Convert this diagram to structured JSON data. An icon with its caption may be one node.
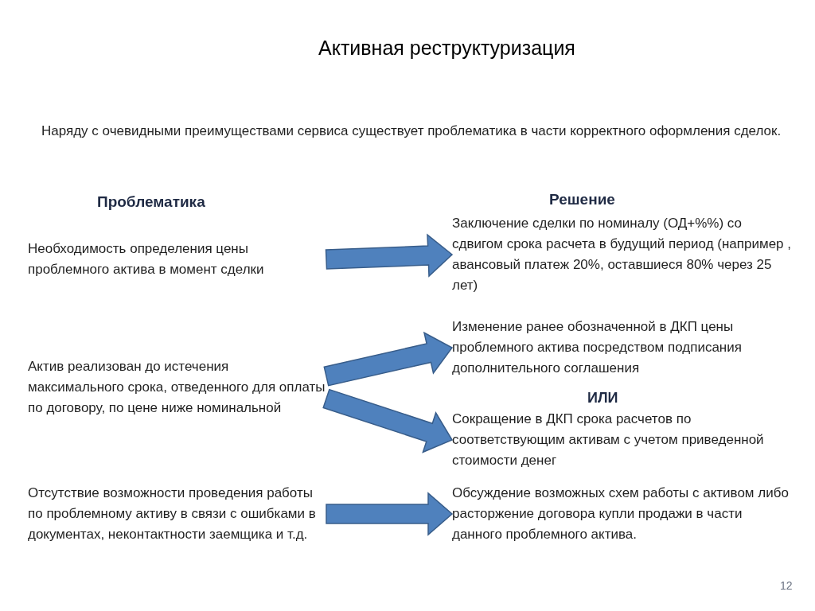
{
  "diagram": {
    "title": "Активная реструктуризация",
    "nodes": [
      {
        "text": [
          "Необходимость определения цены проблемного актива в момент сделки"
        ]
      },
      {
        "text": [
          "Актив реализован до истечения максимального срока, отведенного для оплаты по договору, по цене ниже номинальной"
        ]
      },
      {
        "text": [
          "Отсутствие возможности проведения работы по проблемному активу в связи с ошибками в документах, неконтактности заемщика и т.д."
        ]
      },
      {
        "text": [
          "Заключение сделки по номиналу (ОД+%%) со сдвигом срока расчета в будущий период (например , авансовый платеж 20%, оставшиеся 80% через 25 лет)"
        ]
      },
      {
        "text": [
          "Изменение ранее обозначенной в ДКП цены проблемного актива посредством подписания дополнительного соглашения"
        ]
      },
      {
        "text": [
          "Сокращение в ДКП срока расчетов по соответствующим активам с учетом приведенной стоимости денег"
        ]
      },
      {
        "text": [
          "Обсуждение возможных схем работы с активом либо расторжение договора купли продажи в части данного проблемного актива."
        ]
      }
    ],
    "edges": [
      {
        "from": 0,
        "to": 3,
        "arrow": "to"
      },
      {
        "from": 1,
        "to": 4,
        "arrow": "to"
      },
      {
        "from": 1,
        "to": 5,
        "arrow": "to"
      },
      {
        "from": 2,
        "to": 6,
        "arrow": "to"
      }
    ],
    "labels": [
      "Наряду с очевидными преимуществами сервиса существует проблематика в части корректного оформления сделок.",
      "Проблематика",
      "Решение",
      "ИЛИ",
      "12"
    ]
  }
}
